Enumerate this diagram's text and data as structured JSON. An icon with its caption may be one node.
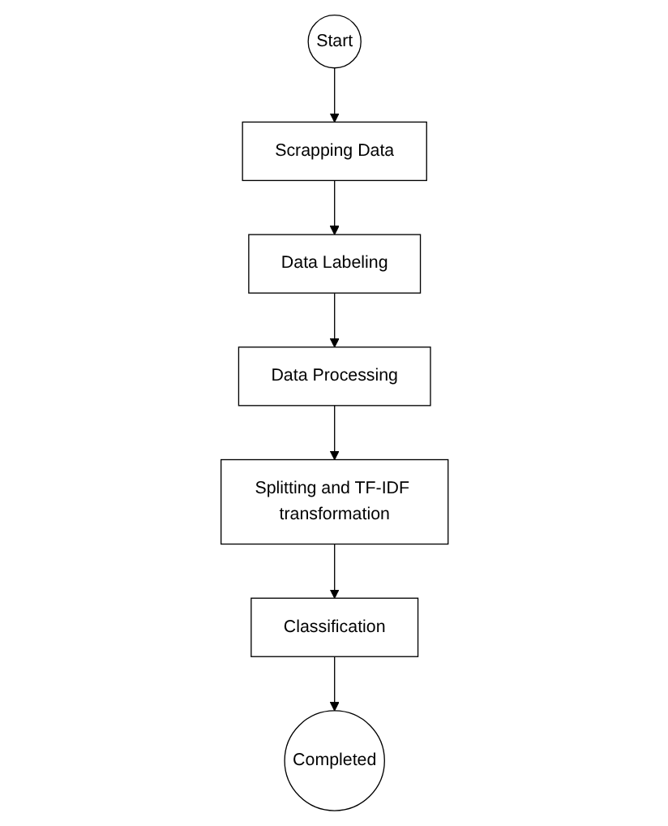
{
  "diagram": {
    "nodes": [
      {
        "text": [
          "Start"
        ]
      },
      {
        "text": [
          "Scrapping Data"
        ]
      },
      {
        "text": [
          "Data Labeling"
        ]
      },
      {
        "text": [
          "Data Processing"
        ]
      },
      {
        "text": [
          "Splitting and TF-IDF transformation"
        ]
      },
      {
        "text": [
          "Classification"
        ]
      },
      {
        "text": [
          "Completed"
        ]
      }
    ],
    "edges": [
      {
        "from": 0,
        "to": 1,
        "arrow": "to"
      },
      {
        "from": 1,
        "to": 2,
        "arrow": "to"
      },
      {
        "from": 2,
        "to": 3,
        "arrow": "to"
      },
      {
        "from": 3,
        "to": 4,
        "arrow": "to"
      },
      {
        "from": 4,
        "to": 5,
        "arrow": "to"
      },
      {
        "from": 5,
        "to": 6,
        "arrow": "to"
      }
    ]
  }
}
